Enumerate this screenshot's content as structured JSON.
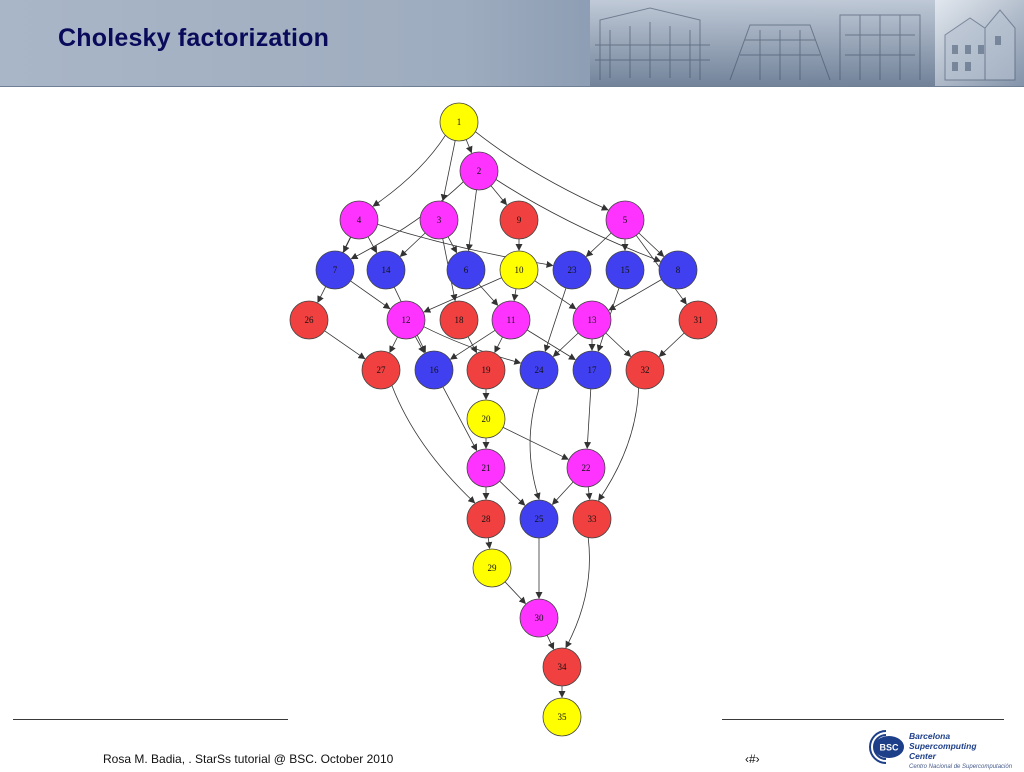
{
  "slide": {
    "title": "Cholesky factorization"
  },
  "footer": {
    "credit": "Rosa M. Badia, . StarSs tutorial @  BSC. October 2010",
    "page_number": "‹#›"
  },
  "logo": {
    "badge": "BSC",
    "line1": "Barcelona",
    "line2": "Supercomputing",
    "line3": "Center",
    "subtitle": "Centro Nacional de Supercomputación"
  },
  "colors": {
    "yellow": "#ffff00",
    "magenta": "#ff33ff",
    "red": "#f04040",
    "blue": "#4040f0",
    "edge": "#333333"
  },
  "graph": {
    "nodes": [
      {
        "id": "1",
        "color": "yellow"
      },
      {
        "id": "2",
        "color": "magenta"
      },
      {
        "id": "3",
        "color": "magenta"
      },
      {
        "id": "4",
        "color": "magenta"
      },
      {
        "id": "5",
        "color": "magenta"
      },
      {
        "id": "6",
        "color": "blue"
      },
      {
        "id": "7",
        "color": "blue"
      },
      {
        "id": "8",
        "color": "blue"
      },
      {
        "id": "9",
        "color": "red"
      },
      {
        "id": "10",
        "color": "yellow"
      },
      {
        "id": "11",
        "color": "magenta"
      },
      {
        "id": "12",
        "color": "magenta"
      },
      {
        "id": "13",
        "color": "magenta"
      },
      {
        "id": "14",
        "color": "blue"
      },
      {
        "id": "15",
        "color": "blue"
      },
      {
        "id": "16",
        "color": "blue"
      },
      {
        "id": "17",
        "color": "blue"
      },
      {
        "id": "18",
        "color": "red"
      },
      {
        "id": "19",
        "color": "red"
      },
      {
        "id": "20",
        "color": "yellow"
      },
      {
        "id": "21",
        "color": "magenta"
      },
      {
        "id": "22",
        "color": "magenta"
      },
      {
        "id": "23",
        "color": "blue"
      },
      {
        "id": "24",
        "color": "blue"
      },
      {
        "id": "25",
        "color": "blue"
      },
      {
        "id": "26",
        "color": "red"
      },
      {
        "id": "27",
        "color": "red"
      },
      {
        "id": "28",
        "color": "red"
      },
      {
        "id": "29",
        "color": "yellow"
      },
      {
        "id": "30",
        "color": "magenta"
      },
      {
        "id": "31",
        "color": "red"
      },
      {
        "id": "32",
        "color": "red"
      },
      {
        "id": "33",
        "color": "red"
      },
      {
        "id": "34",
        "color": "red"
      },
      {
        "id": "35",
        "color": "yellow"
      }
    ],
    "edges": [
      [
        "1",
        "2"
      ],
      [
        "1",
        "3"
      ],
      [
        "1",
        "4"
      ],
      [
        "1",
        "5"
      ],
      [
        "2",
        "6"
      ],
      [
        "2",
        "7"
      ],
      [
        "2",
        "8"
      ],
      [
        "2",
        "9"
      ],
      [
        "3",
        "14"
      ],
      [
        "3",
        "6"
      ],
      [
        "3",
        "18"
      ],
      [
        "4",
        "7"
      ],
      [
        "4",
        "14"
      ],
      [
        "4",
        "23"
      ],
      [
        "4",
        "26"
      ],
      [
        "5",
        "15"
      ],
      [
        "5",
        "8"
      ],
      [
        "5",
        "23"
      ],
      [
        "5",
        "31"
      ],
      [
        "9",
        "10"
      ],
      [
        "10",
        "11"
      ],
      [
        "10",
        "12"
      ],
      [
        "10",
        "13"
      ],
      [
        "7",
        "12"
      ],
      [
        "14",
        "16"
      ],
      [
        "6",
        "11"
      ],
      [
        "23",
        "24"
      ],
      [
        "15",
        "17"
      ],
      [
        "8",
        "13"
      ],
      [
        "26",
        "27"
      ],
      [
        "12",
        "27"
      ],
      [
        "12",
        "16"
      ],
      [
        "12",
        "24"
      ],
      [
        "18",
        "19"
      ],
      [
        "11",
        "19"
      ],
      [
        "11",
        "16"
      ],
      [
        "11",
        "17"
      ],
      [
        "13",
        "24"
      ],
      [
        "13",
        "17"
      ],
      [
        "13",
        "32"
      ],
      [
        "31",
        "32"
      ],
      [
        "19",
        "20"
      ],
      [
        "20",
        "21"
      ],
      [
        "20",
        "22"
      ],
      [
        "16",
        "21"
      ],
      [
        "17",
        "22"
      ],
      [
        "27",
        "28"
      ],
      [
        "21",
        "28"
      ],
      [
        "21",
        "25"
      ],
      [
        "24",
        "25"
      ],
      [
        "22",
        "25"
      ],
      [
        "22",
        "33"
      ],
      [
        "32",
        "33"
      ],
      [
        "28",
        "29"
      ],
      [
        "29",
        "30"
      ],
      [
        "25",
        "30"
      ],
      [
        "30",
        "34"
      ],
      [
        "33",
        "34"
      ],
      [
        "34",
        "35"
      ]
    ]
  }
}
